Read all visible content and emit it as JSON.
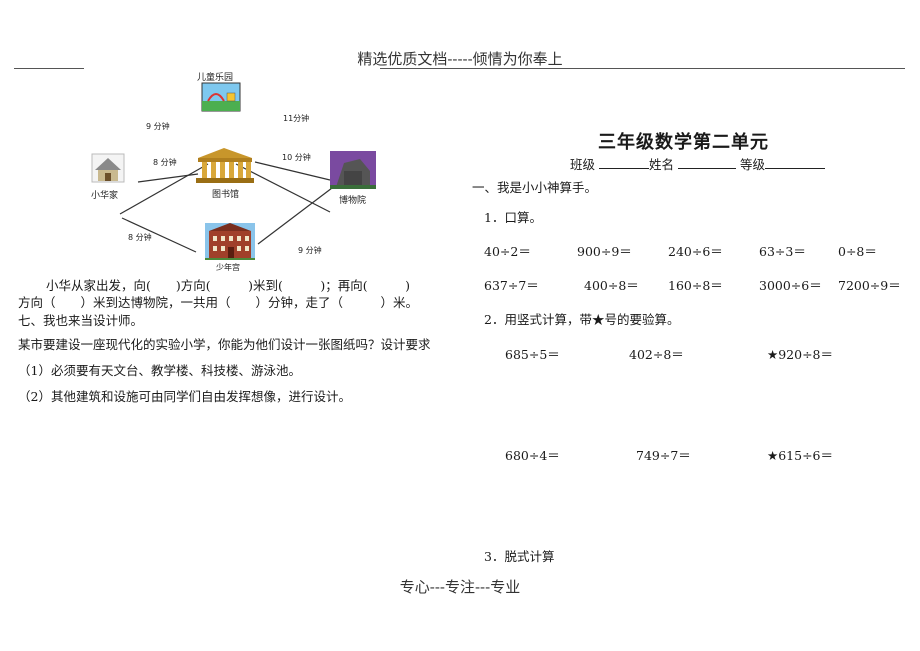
{
  "header": {
    "text": "精选优质文档-----倾情为你奉上"
  },
  "footer": {
    "text": "专心---专注---专业"
  },
  "map": {
    "places": {
      "playground": "儿童乐园",
      "home": "小华家",
      "library": "图书馆",
      "museum": "博物院",
      "youth_palace": "少年宫"
    },
    "times": {
      "home_playground": "9 分钟",
      "playground_museum": "11分钟",
      "home_library": "8 分钟",
      "library_museum": "10 分钟",
      "home_palace": "8 分钟",
      "palace_museum": "9 分钟"
    }
  },
  "left": {
    "question_line1": "小华从家出发，向(　　)方向(　　　)米到(　　　)；再向(　　　)",
    "question_line2": "方向（　　）米到达博物院，一共用（　　）分钟，走了（　　　）米。",
    "section7_title": "七、我也来当设计师。",
    "section7_intro": "某市要建设一座现代化的实验小学，你能为他们设计一张图纸吗？设计要求",
    "req1": "（1）必须要有天文台、教学楼、科技楼、游泳池。",
    "req2": "（2）其他建筑和设施可由同学们自由发挥想像，进行设计。"
  },
  "right": {
    "title": "三年级数学第二单元",
    "class_label": "班级",
    "name_label": "姓名",
    "grade_label": "等级",
    "section1": "一、我是小小神算手。",
    "sub1": "1．口算。",
    "oral_row1": [
      "40÷2＝",
      "900÷9＝",
      "240÷6＝",
      "63÷3＝",
      "0÷8＝"
    ],
    "oral_row2": [
      "637÷7＝",
      "400÷8＝",
      "160÷8＝",
      "3000÷6＝",
      "7200÷9＝"
    ],
    "sub2": "2．用竖式计算，带★号的要验算。",
    "vertical_row1": [
      "685÷5＝",
      "402÷8＝",
      "★920÷8＝"
    ],
    "vertical_row2": [
      "680÷4＝",
      "749÷7＝",
      "★615÷6＝"
    ],
    "sub3": "3．脱式计算"
  }
}
